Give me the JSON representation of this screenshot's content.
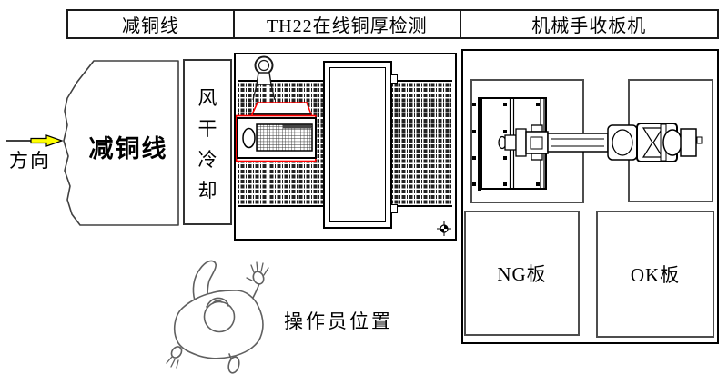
{
  "header": {
    "cells": [
      {
        "label": "减铜线"
      },
      {
        "label": "TH22在线铜厚检测"
      },
      {
        "label": "机械手收板机"
      }
    ]
  },
  "flow": {
    "direction_label": "方向"
  },
  "copper_reduction_line": {
    "label": "减铜线"
  },
  "air_dry_cooling": {
    "label": "风干冷却"
  },
  "collection": {
    "ng_label": "NG板",
    "ok_label": "OK板"
  },
  "operator": {
    "label": "操作员位置"
  },
  "icons": {
    "direction_arrow": "yellow-right-arrow",
    "hoist_ring": "ring-hook",
    "measure_head": "red-outlined-sensor-box",
    "datum_mark": "crosshair-target",
    "robot": "robot-arm-top-view",
    "operator_figure": "person-top-view"
  },
  "colors": {
    "arrow_fill": "#ffff00",
    "highlight": "#ff0000",
    "line": "#000000",
    "box_gray": "#4d4d4d"
  }
}
